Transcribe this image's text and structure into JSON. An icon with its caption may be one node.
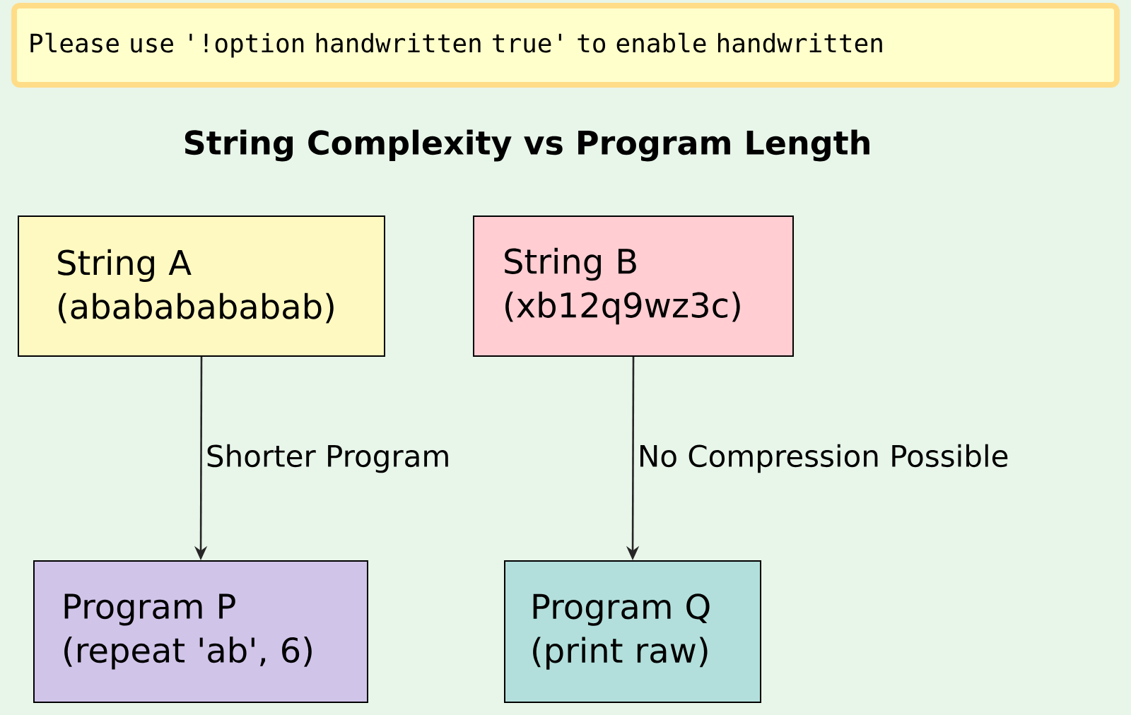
{
  "diagram": {
    "title": "String Complexity vs Program Length",
    "nodes": [
      {
        "text": [
          "Please use '!option handwritten true' to enable handwritten"
        ]
      },
      {
        "text": [
          "String A (abababababab)"
        ]
      },
      {
        "text": [
          "String B (xb12q9wz3c)"
        ]
      },
      {
        "text": [
          "Program P (repeat 'ab', 6)"
        ]
      },
      {
        "text": [
          "Program Q (print raw)"
        ]
      }
    ],
    "edges": [
      {
        "from": 1,
        "to": 3,
        "arrow": "to",
        "label": "Shorter Program"
      },
      {
        "from": 2,
        "to": 4,
        "arrow": "to",
        "label": "No Compression Possible"
      }
    ]
  }
}
